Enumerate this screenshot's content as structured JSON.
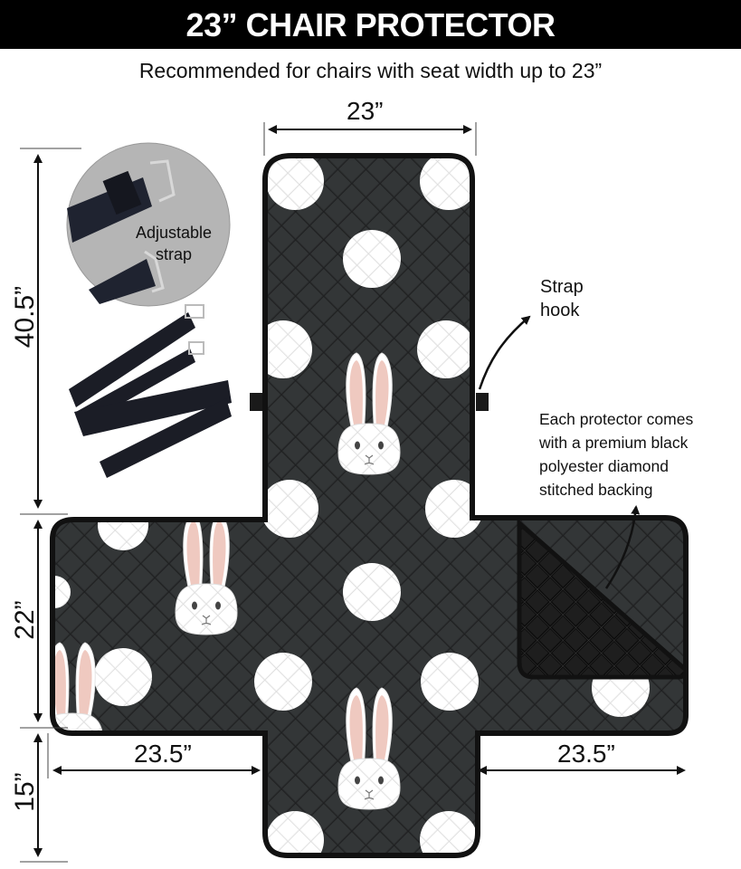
{
  "header": {
    "title": "23” CHAIR PROTECTOR"
  },
  "subtitle": "Recommended for chairs with seat width up to 23”",
  "dimensions": {
    "top_width": "23”",
    "left_height_back": "40.5”",
    "left_height_seat": "22”",
    "left_height_front": "15”",
    "arm_left_width": "23.5”",
    "arm_right_width": "23.5”"
  },
  "callouts": {
    "adjustable_strap": [
      "Adjustable",
      "strap"
    ],
    "strap_hook": [
      "Strap",
      "hook"
    ],
    "backing": [
      "Each protector comes",
      "with a premium black",
      "polyester diamond",
      "stitched backing"
    ]
  },
  "colors": {
    "header_bg": "#000000",
    "fabric": "#2b2d2e",
    "border": "#111111",
    "dot": "#f4f4f4",
    "ear_inner": "#efc9c0",
    "backing": "#1a1a1a",
    "strap_circle": "#b5b5b5"
  },
  "pattern": {
    "motif": "white bunny heads and white polka dots on black quilted fabric"
  }
}
